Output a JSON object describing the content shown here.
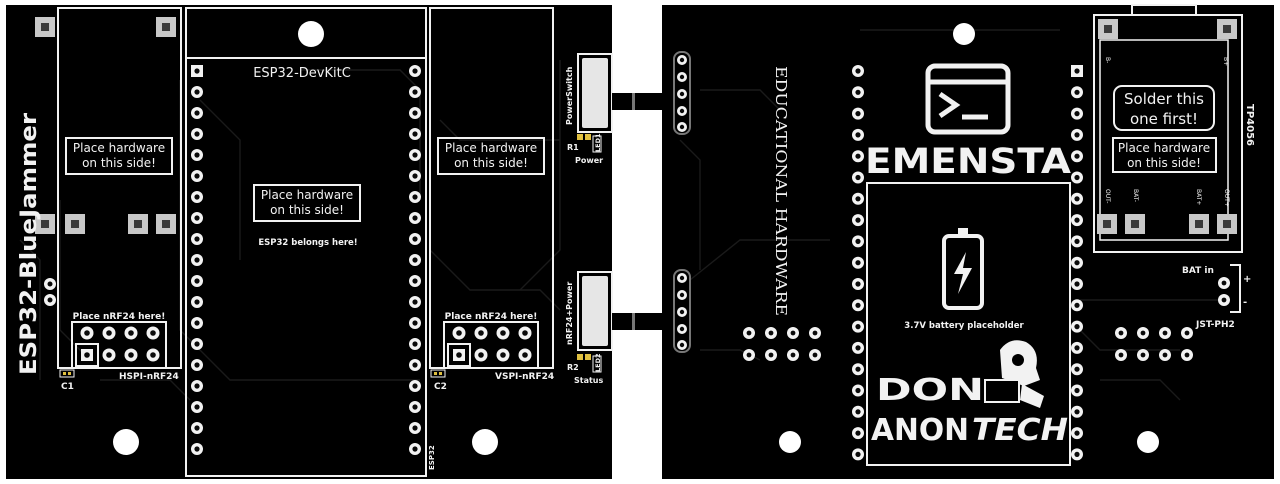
{
  "left_board": {
    "vertical_title": "ESP32-BlueJammer",
    "devkit_label": "ESP32-DevKitC",
    "place_hardware": "Place hardware",
    "on_this_side": "on this side!",
    "esp32_belongs": "ESP32 belongs here!",
    "place_nrf24": "Place nRF24 here!",
    "hspi_label": "HSPI-nRF24",
    "vspi_label": "VSPI-nRF24",
    "c1_label": "C1",
    "c2_label": "C2",
    "esp32_small": "ESP32",
    "power_switch": "PowerSwitch",
    "r1": "R1",
    "led1": "LED1",
    "power": "Power",
    "nrf24_power": "nRF24+Power",
    "r2": "R2",
    "led2": "LED2",
    "status": "Status"
  },
  "right_board": {
    "educational": "EDUCATIONAL HARDWARE",
    "brand": "EMENSTA",
    "battery_placeholder": "3.7V battery placeholder",
    "don": "DON",
    "anon": "ANON",
    "tech": "TECH",
    "solder_line1": "Solder this",
    "solder_line2": "one first!",
    "place_hardware": "Place hardware",
    "on_this_side": "on this side!",
    "tp4056": "TP4056",
    "bat_in": "BAT in",
    "jst": "JST-PH2",
    "plus": "+",
    "minus": "-",
    "pad_b_minus": "B-",
    "pad_b_plus": "B+",
    "pad_out_minus": "OUT-",
    "pad_bat_minus": "BAT-",
    "pad_bat_plus": "BAT+",
    "pad_out_plus": "OUT+"
  },
  "icons": [
    "terminal-icon",
    "battery-bolt-icon",
    "hacker-mascot-icon"
  ]
}
